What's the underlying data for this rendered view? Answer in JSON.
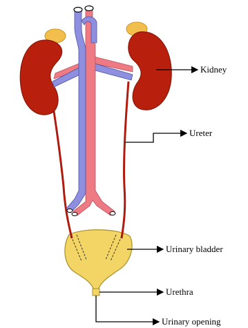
{
  "labels": {
    "kidney": "Kidney",
    "ureter": "Ureter",
    "bladder": "Urinary bladder",
    "urethra": "Urethra",
    "opening": "Urinary opening"
  },
  "colors": {
    "kidney": "#b81f0d",
    "kidney_edge": "#8a1708",
    "adrenal": "#f2bf4c",
    "artery": "#ee7b83",
    "vein": "#8f8fe0",
    "bladder": "#f2d565",
    "ureter": "#b01b10",
    "pointer": "#000000"
  }
}
